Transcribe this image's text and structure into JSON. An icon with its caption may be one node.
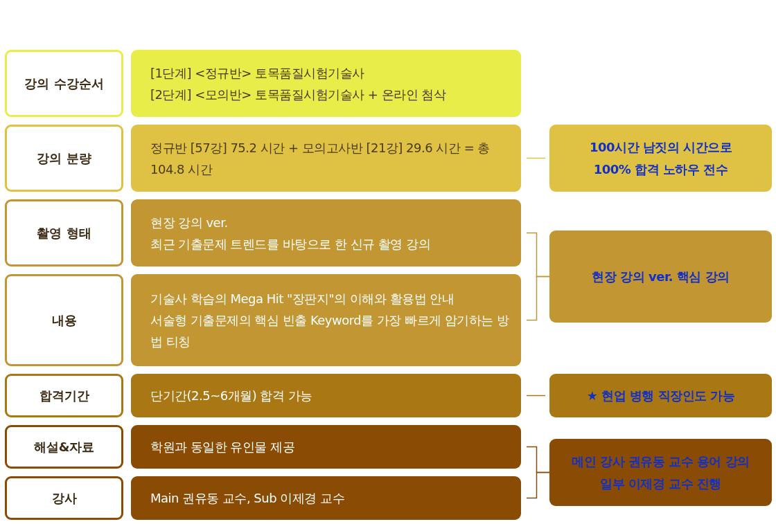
{
  "diagram": {
    "nodes": [
      {
        "text": [
          "강의 수강순서"
        ]
      },
      {
        "text": [
          "[1단계] <정규반> 토목품질시험기술사",
          "[2단계] <모의반> 토목품질시험기술사 + 온라인 첨삭"
        ]
      },
      {
        "text": [
          "강의 분량"
        ]
      },
      {
        "text": [
          "정규반 [57강] 75.2 시간 + 모의고사반 [21강] 29.6 시간 = 총 104.8 시간"
        ]
      },
      {
        "text": [
          "100시간 남짓의 시간으로 100% 합격 노하우 전수"
        ]
      },
      {
        "text": [
          "촬영 형태"
        ]
      },
      {
        "text": [
          "현장 강의 ver.",
          "최근 기출문제 트렌드를 바탕으로 한 신규 촬영 강의"
        ]
      },
      {
        "text": [
          "현장 강의 ver. 핵심 강의"
        ]
      },
      {
        "text": [
          "내용"
        ]
      },
      {
        "text": [
          "기술사 학습의 Mega Hit \"장판지\"의 이해와 활용법 안내",
          "서술형 기출문제의 핵심 빈출 Keyword를 가장 빠르게 암기하는 방법 티칭"
        ]
      },
      {
        "text": [
          "합격기간"
        ]
      },
      {
        "text": [
          "단기간(2.5~6개월) 합격 가능"
        ]
      },
      {
        "text": [
          "★ 현업 병행 직장인도 가능"
        ]
      },
      {
        "text": [
          "해설&자료"
        ]
      },
      {
        "text": [
          "학원과 동일한 유인물 제공"
        ]
      },
      {
        "text": [
          "메인 강사 권유동 교수 용어 강의 일부 이제경 교수 진행"
        ]
      },
      {
        "text": [
          "강사"
        ]
      },
      {
        "text": [
          "Main 권유동 교수, Sub 이제경 교수"
        ]
      }
    ],
    "edges": [
      {
        "from": 3,
        "to": 4,
        "arrow": "none",
        "color": "#dfc244"
      },
      {
        "from": 6,
        "to": 7,
        "arrow": "none",
        "color": "#c29632"
      },
      {
        "from": 9,
        "to": 7,
        "arrow": "none",
        "color": "#c29632"
      },
      {
        "from": 11,
        "to": 12,
        "arrow": "none",
        "color": "#a97814"
      },
      {
        "from": 14,
        "to": 15,
        "arrow": "none",
        "color": "#8a4c04"
      },
      {
        "from": 17,
        "to": 15,
        "arrow": "none",
        "color": "#8a4c04"
      }
    ]
  }
}
